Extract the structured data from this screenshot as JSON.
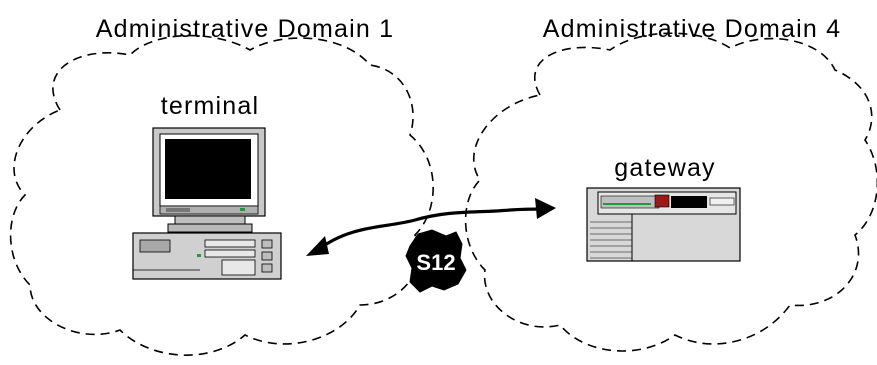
{
  "domains": [
    {
      "title": "Administrative Domain 1"
    },
    {
      "title": "Administrative Domain 4"
    }
  ],
  "nodes": {
    "terminal": {
      "label": "terminal",
      "icon": "desktop-computer-icon"
    },
    "gateway": {
      "label": "gateway",
      "icon": "rack-server-icon"
    }
  },
  "link": {
    "label": "S12",
    "style": "bidirectional-arrow"
  }
}
